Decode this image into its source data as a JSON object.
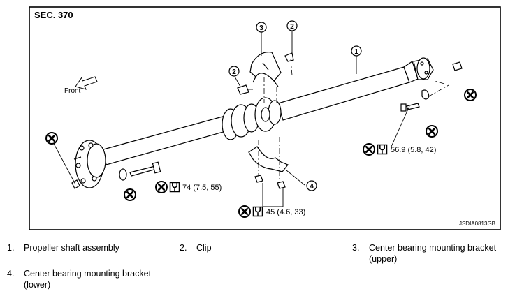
{
  "section_label": "SEC. 370",
  "front_label": "Front",
  "image_code": "JSDIA0813GB",
  "callout_numbers": {
    "c1": "1",
    "c2a": "2",
    "c2b": "2",
    "c3": "3",
    "c4": "4"
  },
  "torque_specs": {
    "t1": "74 (7.5, 55)",
    "t2": "56.9 (5.8, 42)",
    "t3": "45 (4.6, 33)"
  },
  "icons": {
    "no_reuse": "circle-x-icon",
    "torque_wrench": "torque-wrench-icon"
  },
  "legend": [
    {
      "num": "1.",
      "text": "Propeller shaft assembly"
    },
    {
      "num": "2.",
      "text": "Clip"
    },
    {
      "num": "3.",
      "text": "Center bearing mounting bracket (upper)"
    },
    {
      "num": "4.",
      "text": "Center bearing mounting bracket (lower)"
    }
  ]
}
